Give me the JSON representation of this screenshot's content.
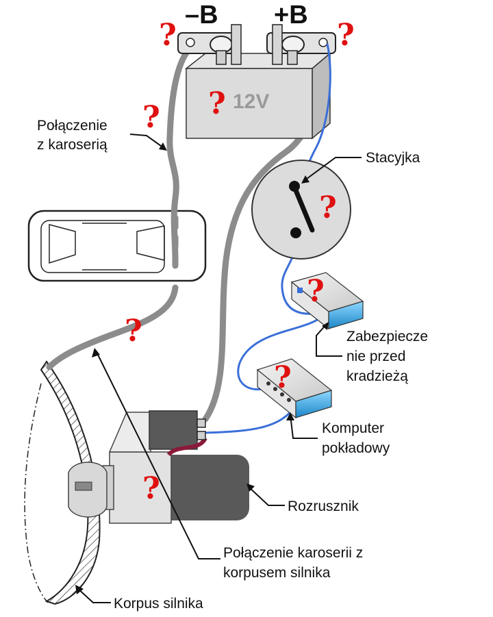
{
  "battery": {
    "minus_label": "–B",
    "plus_label": "+B",
    "voltage": "12V"
  },
  "labels": {
    "body_connection": [
      "Połączenie",
      "z karoserią"
    ],
    "ignition": "Stacyjka",
    "immobilizer": [
      "Zabezpiecze",
      "nie przed",
      "kradzieżą"
    ],
    "computer": [
      "Komputer",
      "pokładowy"
    ],
    "starter": "Rozrusznik",
    "engine_body_connection": [
      "Połączenie  karoserii z",
      "korpusem silnika"
    ],
    "engine_block": "Korpus silnika"
  },
  "question_mark": "?",
  "colors": {
    "ground_cable": "#8c8c8c",
    "signal_wire": "#3a6fd8",
    "question_mark": "#e01010",
    "component_fill": "#dcdcdc",
    "starter_cable": "#8b1a3a"
  }
}
